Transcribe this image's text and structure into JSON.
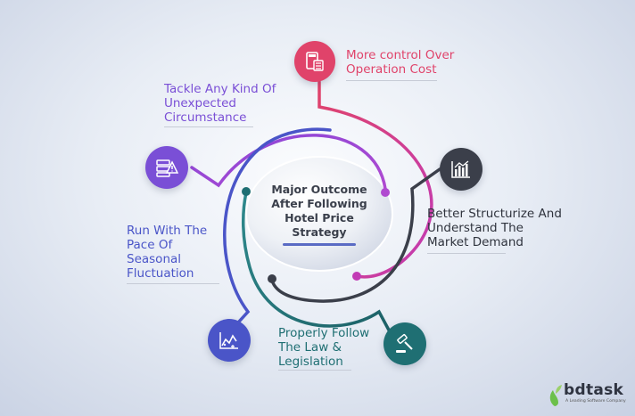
{
  "center": {
    "title": "Major Outcome\nAfter Following\nHotel Price\nStrategy"
  },
  "items": [
    {
      "label": "More control Over\nOperation Cost",
      "color": "#e0436a",
      "icon": "calculator-icon"
    },
    {
      "label": "Tackle Any Kind Of\nUnexpected\nCircumstance",
      "color": "#7a4fd6",
      "icon": "server-alert-icon"
    },
    {
      "label": "Better Structurize And\nUnderstand The\nMarket Demand",
      "color": "#3b3f4a",
      "icon": "bar-chart-icon"
    },
    {
      "label": "Run With The\nPace Of\nSeasonal\nFluctuation",
      "color": "#4a55c8",
      "icon": "trend-chart-icon"
    },
    {
      "label": "Properly Follow\nThe Law &\nLegislation",
      "color": "#1f6f73",
      "icon": "gavel-icon"
    }
  ],
  "logo": {
    "name": "bdtask",
    "tagline": "A Leading Software Company"
  }
}
